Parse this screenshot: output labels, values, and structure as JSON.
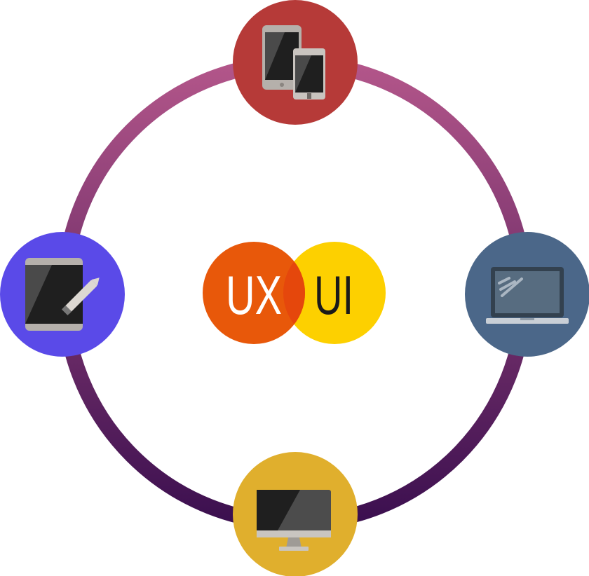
{
  "center_logo": {
    "ux_label": "UX",
    "ui_label": "UI",
    "ux_color": "#e8580a",
    "ui_color": "#fdd000",
    "ux_text_color": "#ffffff",
    "ui_text_color": "#1a1a1a"
  },
  "ring": {
    "gradient_top": "#b3568a",
    "gradient_bottom": "#3b0f4f"
  },
  "nodes": [
    {
      "name": "top",
      "icon": "phone-tablet-icon",
      "color": "#b63a38"
    },
    {
      "name": "right",
      "icon": "laptop-icon",
      "color": "#4b6789"
    },
    {
      "name": "bottom",
      "icon": "desktop-monitor-icon",
      "color": "#e0af2d"
    },
    {
      "name": "left",
      "icon": "tablet-stylus-icon",
      "color": "#5a4ae8"
    }
  ]
}
